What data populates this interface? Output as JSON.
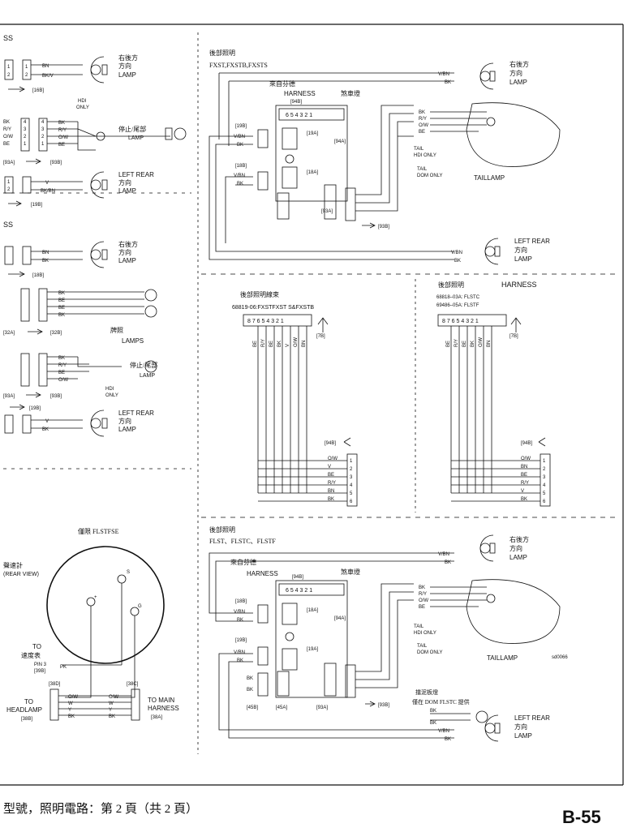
{
  "caption": "型號，照明電路：第 2 頁（共 2 頁）",
  "page_number": "B-55",
  "figure_id": "sd0066",
  "left": {
    "ss1": "SS",
    "ss2": "SS",
    "rrt_cn": "右後方",
    "rrt_dir": "方向",
    "rrt_lamp": "LAMP",
    "hdi": "HDI",
    "only": "ONLY",
    "stop_cn": "停止/尾部",
    "stop_lamp": "LAMP",
    "lr_label": "LEFT REAR",
    "lr_dir": "方向",
    "lr_lamp": "LAMP",
    "plate_cn": "牌照",
    "plate_lamps": "LAMPS",
    "c16b": "[16B]",
    "c18b": "[18B]",
    "c19b": "[19B]",
    "c93a": "[93A]",
    "c93b": "[93B]",
    "c32a": "[32A]",
    "c32b": "[32B]"
  },
  "top": {
    "title_cn": "後部照明",
    "models": "FXST,FXSTB,FXSTS",
    "from_cn": "來自芬德",
    "harness": "HARNESS",
    "c94b": "[94B]",
    "brake_cn": "煞車燈",
    "c19b": "[19B]",
    "c19a": "[19A]",
    "c18b": "[18B]",
    "c18a": "[18A]",
    "c94a": "[94A]",
    "c93a": "[93A]",
    "c93b": "[93B]",
    "rr_cn": "右後方",
    "rr_dir": "方向",
    "rr_lamp": "LAMP",
    "lr": "LEFT REAR",
    "lr_dir": "方向",
    "lr_lamp": "LAMP",
    "tail_hdi": "TAIL",
    "tail_hdi2": "HDI ONLY",
    "tail_dom": "TAIL",
    "tail_dom2": "DOM ONLY",
    "taillamp": "TAILLAMP"
  },
  "mid_left": {
    "title_cn": "後部照明線束",
    "parts": "68819-06:FXSTFXST S&FXSTB",
    "c7b": "[7B]",
    "c94b": "[94B]",
    "wires_top": [
      "BE",
      "R/Y",
      "BE",
      "BK",
      "V",
      "O/W",
      "BN"
    ],
    "wires_bottom": [
      "O/W",
      "V",
      "BE",
      "R/Y",
      "BN",
      "BK"
    ]
  },
  "mid_right": {
    "title_cn": "後部照明",
    "harness": "HARNESS",
    "part1": "68818–03A: FLSTC",
    "part2": "69486–05A: FLSTF",
    "c7b": "[7B]",
    "c94b": "[94B]",
    "wires_top": [
      "BE",
      "R/Y",
      "BE",
      "BK",
      "O/W",
      "BN"
    ],
    "wires_bottom": [
      "O/W",
      "BN",
      "BE",
      "R/Y",
      "V",
      "BK"
    ]
  },
  "speedo": {
    "title_cn": "僅限 FLSTFSE",
    "name_cn": "聲速計",
    "view": "(REAR VIEW)",
    "to1": "TO",
    "speedo_cn": "速度表",
    "pin": "PIN 3",
    "c39b": "[39B]",
    "pk": "PK",
    "to2": "TO",
    "headlamp": "HEADLAMP",
    "c38b": "[38B]",
    "c38d": "[38D]",
    "c38c": "[38C]",
    "to_main": "TO MAIN",
    "main_harness": "HARNESS",
    "c38a": "[38A]",
    "term_s": "S",
    "term_g": "G",
    "term_plus": "+"
  },
  "bottom": {
    "title_cn": "後部照明",
    "models": "FLST、FLSTC、FLSTF",
    "from_cn": "來自芬德",
    "harness": "HARNESS",
    "c94b": "[94B]",
    "brake_cn": "煞車燈",
    "c18b": "[18B]",
    "c18a": "[18A]",
    "c19b": "[19B]",
    "c19a": "[19A]",
    "c94a": "[94A]",
    "c45b": "[45B]",
    "c45a": "[45A]",
    "c93a": "[93A]",
    "c93b": "[93B]",
    "rr_cn": "右後方",
    "rr_dir": "方向",
    "rr_lamp": "LAMP",
    "lr": "LEFT REAR",
    "lr_dir": "方向",
    "lr_lamp": "LAMP",
    "tail_hdi": "TAIL",
    "tail_hdi2": "HDI ONLY",
    "tail_dom": "TAIL",
    "tail_dom2": "DOM ONLY",
    "taillamp": "TAILLAMP",
    "fender_cn": "擋泥板燈",
    "dom_cn": "僅在 DOM FLSTC 提供"
  }
}
